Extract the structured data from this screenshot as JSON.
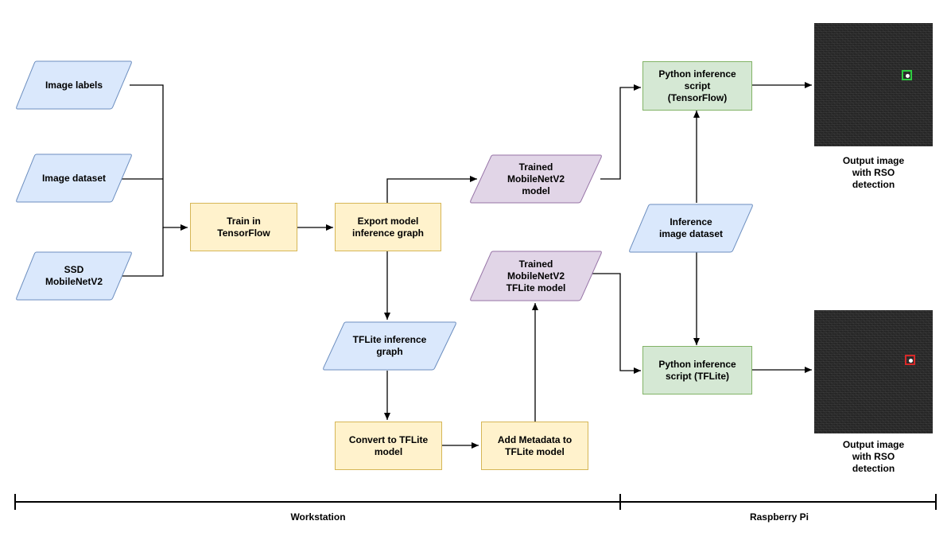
{
  "inputs": {
    "image_labels": "Image labels",
    "image_dataset": "Image dataset",
    "ssd_mobilenet": "SSD\nMobileNetV2"
  },
  "process": {
    "train": "Train in\nTensorFlow",
    "export": "Export model\ninference graph",
    "convert": "Convert to TFLite\nmodel",
    "add_metadata": "Add Metadata to\nTFLite model"
  },
  "data_nodes": {
    "tflite_graph": "TFLite inference\ngraph",
    "trained_model": "Trained\nMobileNetV2\nmodel",
    "trained_tflite": "Trained\nMobileNetV2\nTFLite model",
    "inference_dataset": "Inference\nimage dataset"
  },
  "scripts": {
    "tensorflow": "Python inference\nscript\n(TensorFlow)",
    "tflite": "Python inference\nscript (TFLite)"
  },
  "outputs": {
    "caption_top": "Output image\nwith RSO\ndetection",
    "caption_bottom": "Output image\nwith RSO\ndetection"
  },
  "scale": {
    "workstation": "Workstation",
    "raspberry_pi": "Raspberry Pi"
  },
  "colors": {
    "input_fill": "#dae8fc",
    "input_stroke": "#6c8ebf",
    "model_fill": "#e1d5e7",
    "model_stroke": "#9673a6",
    "process_fill": "#fff2cc",
    "process_stroke": "#d6b656",
    "script_fill": "#d5e8d4",
    "script_stroke": "#82b366",
    "detection_tensorflow": "#2ecc40",
    "detection_tflite": "#d62828"
  }
}
